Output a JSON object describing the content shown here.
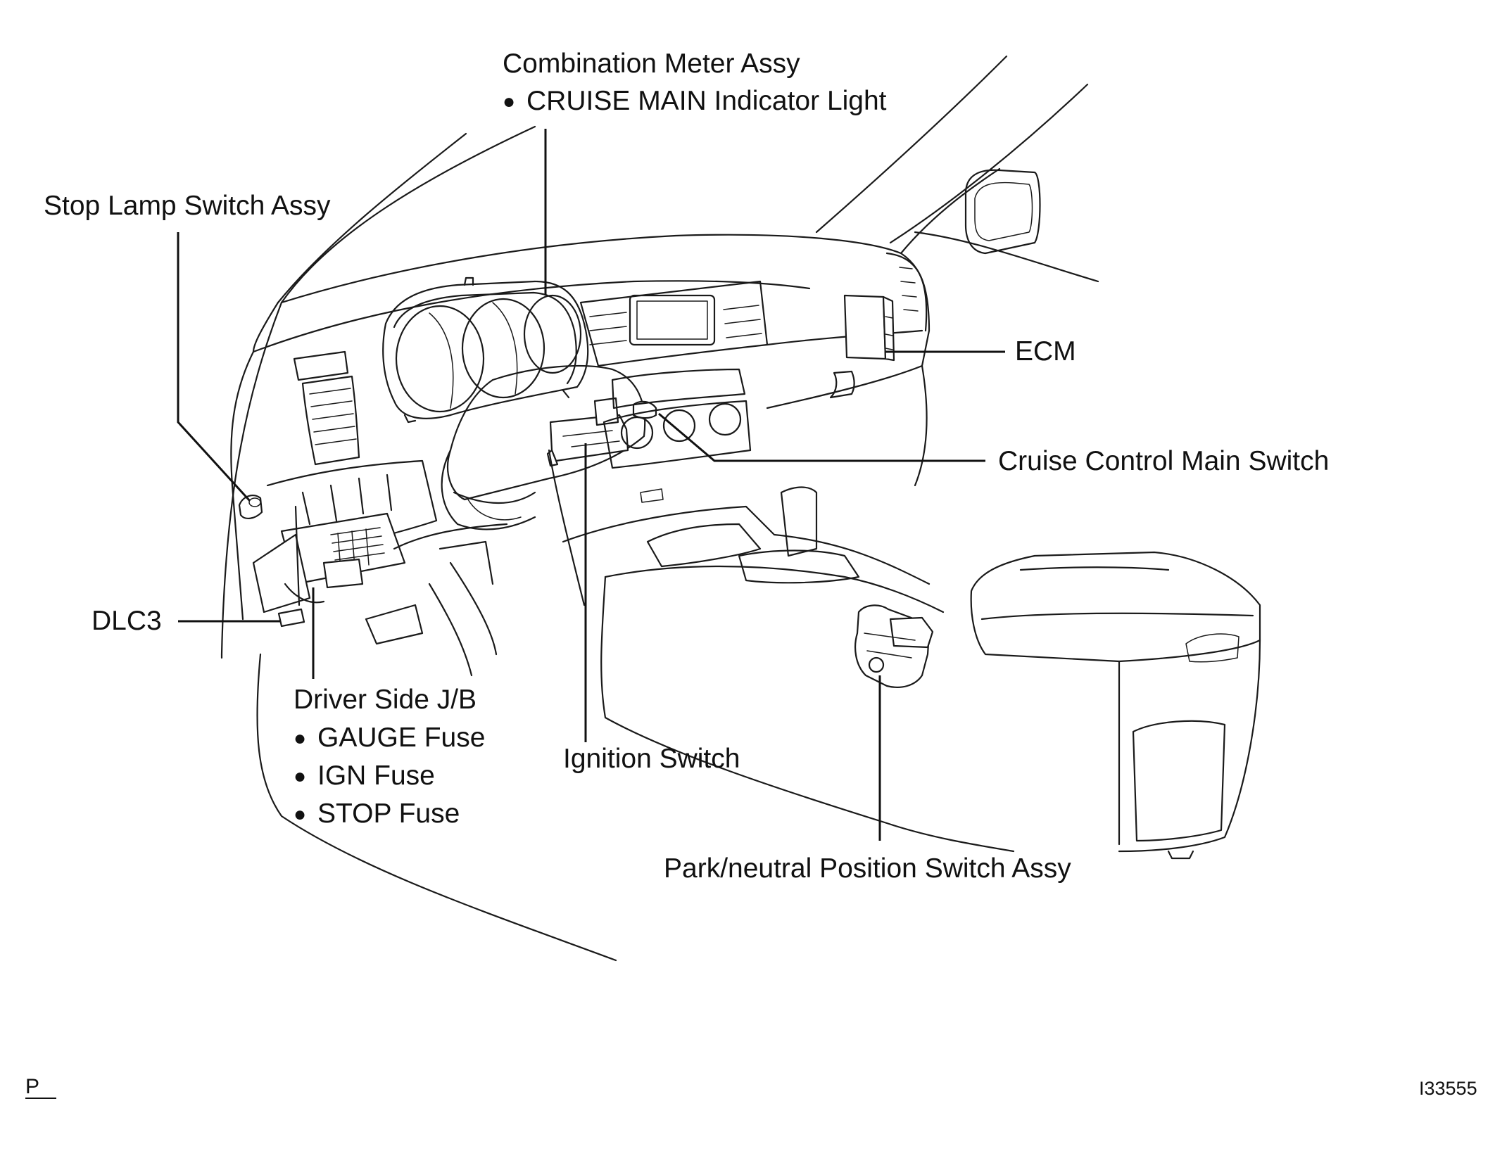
{
  "labels": {
    "combination_meter": "Combination Meter Assy",
    "cruise_indicator": "CRUISE MAIN Indicator Light",
    "stop_lamp_switch": "Stop Lamp Switch Assy",
    "ecm": "ECM",
    "cruise_main_switch": "Cruise Control Main Switch",
    "dlc3": "DLC3",
    "driver_jb": "Driver Side J/B",
    "gauge_fuse": "GAUGE Fuse",
    "ign_fuse": "IGN Fuse",
    "stop_fuse": "STOP Fuse",
    "ignition_switch": "Ignition Switch",
    "park_neutral_switch": "Park/neutral Position Switch Assy"
  },
  "corner": {
    "left": "P",
    "right": "I33555"
  }
}
